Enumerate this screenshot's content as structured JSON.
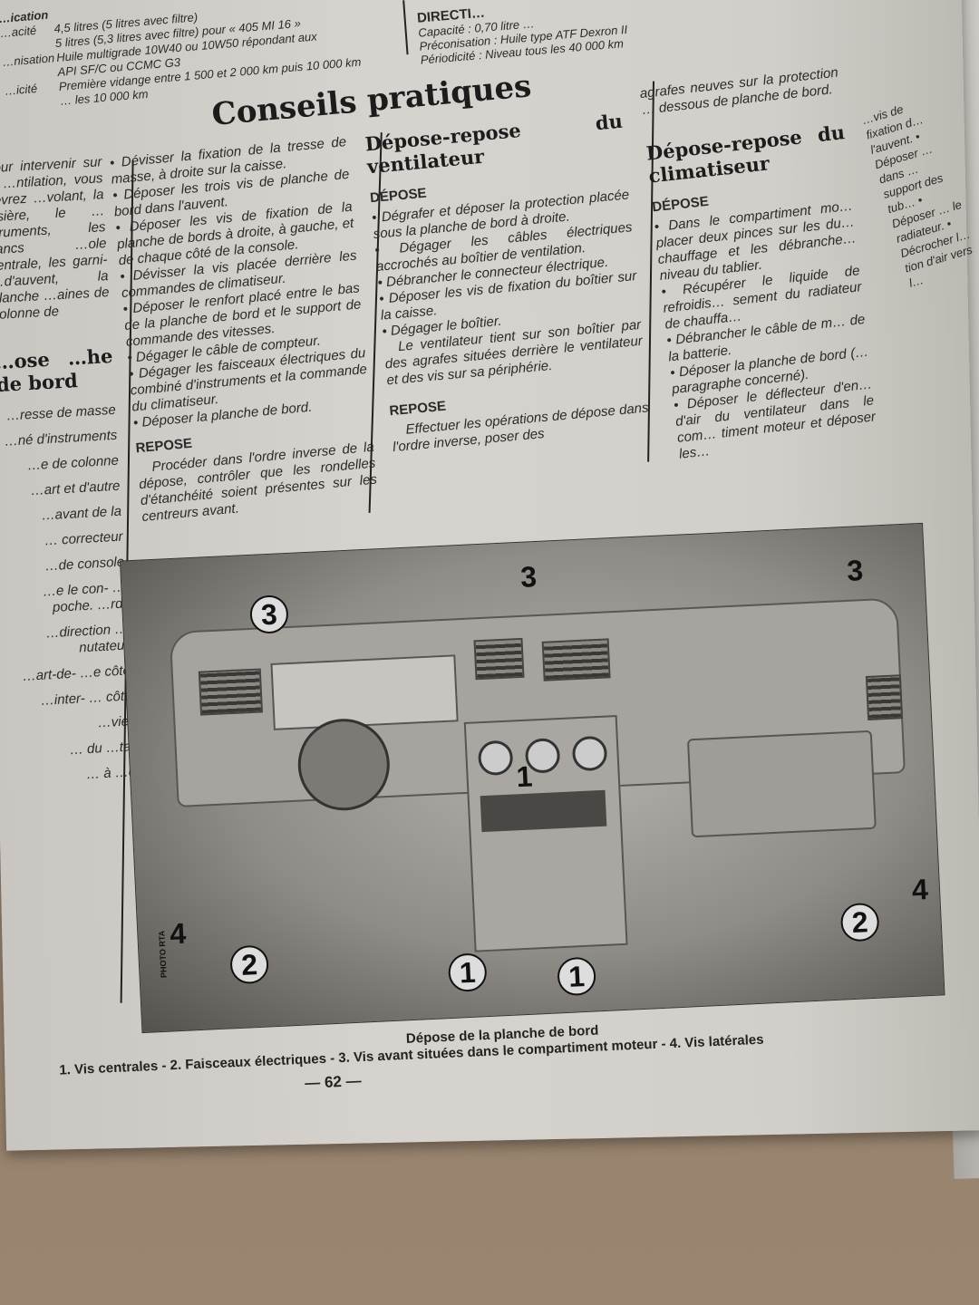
{
  "spec_top": {
    "heading": "…ication",
    "lines": [
      {
        "label": "…acité",
        "text": "4,5 litres (5 litres avec filtre)"
      },
      {
        "label": "",
        "text": "5 litres (5,3 litres avec filtre) pour « 405 MI 16 »"
      },
      {
        "label": "…nisation",
        "text": "Huile multigrade 10W40 ou 10W50 répondant aux"
      },
      {
        "label": "",
        "text": "API SF/C ou CCMC G3"
      },
      {
        "label": "…icité",
        "text": "Première vidange entre 1 500 et 2 000 km puis 10 000 km"
      },
      {
        "label": "",
        "text": "… les 10 000 km"
      }
    ]
  },
  "spec_direction": {
    "heading": "DIRECTI…",
    "lines": [
      "Capacité : 0,70 litre …",
      "Préconisation : Huile type ATF Dexron II",
      "Périodicité : Niveau tous les 40 000 km"
    ]
  },
  "main_title": "Conseils pratiques",
  "col0": {
    "intro": "Pour intervenir sur le …ntilation, vous devrez …volant, la visière, le …struments, les flancs …ole centrale, les garni- …d'auvent, la planche …aines de colonne de",
    "heading": "…ose …he de bord",
    "fragments": [
      "…resse de masse",
      "…né d'instruments",
      "…e de colonne",
      "…art et d'autre",
      "…avant de la",
      "… correcteur",
      "…de console",
      "…e le con- …poche. …rd.",
      "…direction …nutateur",
      "…art-de- …e côté",
      "…inter- … côté",
      "…vier",
      "… du …tat",
      "… à …e"
    ]
  },
  "col1": {
    "bullets": [
      "Dévisser la fixation de la tresse de masse, à droite sur la caisse.",
      "Déposer les trois vis de planche de bord dans l'auvent.",
      "Déposer les vis de fixation de la planche de bords à droite, à gauche, et de chaque côté de la console.",
      "Dévisser la vis placée derrière les commandes de climatiseur.",
      "Déposer le renfort placé entre le bas de la planche de bord et le support de commande des vitesses.",
      "Dégager le câble de compteur.",
      "Dégager les faisceaux électriques du combiné d'instruments et la commande du climatiseur.",
      "Déposer la planche de bord."
    ],
    "repose_heading": "REPOSE",
    "repose_text": "Procéder dans l'ordre inverse de la dépose, contrôler que les rondelles d'étanchéité soient présentes sur les centreurs avant."
  },
  "col2": {
    "title": "Dépose-repose du ventilateur",
    "depose_heading": "DÉPOSE",
    "bullets": [
      "Dégrafer et déposer la protection placée sous la planche de bord à droite.",
      "Dégager les câbles électriques accrochés au boîtier de ventilation.",
      "Débrancher le connecteur électrique.",
      "Déposer les vis de fixation du boîtier sur la caisse.",
      "Dégager le boîtier."
    ],
    "note": "Le ventilateur tient sur son boîtier par des agrafes situées derrière le ventilateur et des vis sur sa périphérie.",
    "repose_heading": "REPOSE",
    "repose_text": "Effectuer les opérations de dépose dans l'ordre inverse, poser des"
  },
  "col3": {
    "continuation": "agrafes neuves sur la protection … dessous de planche de bord.",
    "title": "Dépose-repose du climatiseur",
    "depose_heading": "DÉPOSE",
    "bullets": [
      "Dans le compartiment mo… placer deux pinces sur les du… chauffage et les débranche… niveau du tablier.",
      "Récupérer le liquide de refroidis… sement du radiateur de chauffa…",
      "Débrancher le câble de m… de la batterie.",
      "Déposer la planche de bord (… paragraphe concerné).",
      "Déposer le déflecteur d'en… d'air du ventilateur dans le com… timent moteur et déposer les…"
    ]
  },
  "right_fragment": "…vis de fixation d… l'auvent. • Déposer … dans … support des tub… • Déposer … le radiateur. • Décrocher l… tion d'air vers l…",
  "figure": {
    "callouts": [
      "1",
      "1",
      "1",
      "2",
      "2",
      "3",
      "3",
      "3",
      "4",
      "4"
    ],
    "credit": "PHOTO RTA",
    "caption_title": "Dépose de la planche de bord",
    "caption_legend": "1. Vis centrales - 2. Faisceaux électriques - 3. Vis avant situées dans le compartiment moteur - 4. Vis latérales"
  },
  "page_number": "— 62 —"
}
